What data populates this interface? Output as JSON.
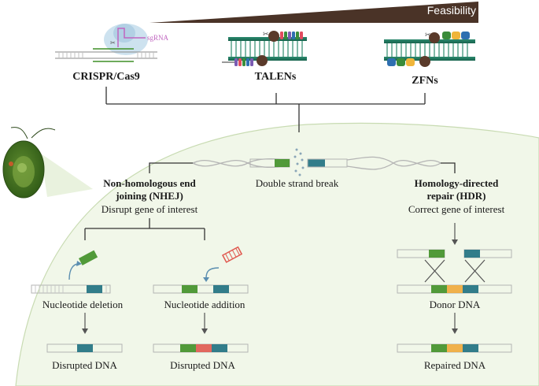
{
  "feasibility_label": "Feasibility",
  "tools": {
    "crispr": {
      "name": "CRISPR/Cas9",
      "guide": "sgRNA"
    },
    "talens": {
      "name": "TALENs"
    },
    "zfns": {
      "name": "ZFNs"
    }
  },
  "center": {
    "break_label": "Double strand break"
  },
  "nhej": {
    "title_line1": "Non-homologous end",
    "title_line2": "joining (NHEJ)",
    "subtitle": "Disrupt gene of interest",
    "deletion_label": "Nucleotide deletion",
    "addition_label": "Nucleotide addition",
    "result_left": "Disrupted DNA",
    "result_right": "Disrupted DNA"
  },
  "hdr": {
    "title_line1": "Homology-directed",
    "title_line2": "repair (HDR)",
    "subtitle": "Correct gene of interest",
    "donor_label": "Donor DNA",
    "result": "Repaired DNA"
  },
  "colors": {
    "feasibility_bar": "#4a3327",
    "oval_fill": "#f1f7e9",
    "oval_stroke": "#c8dbb2",
    "dna_gray": "#b4b4b4",
    "green_segment": "#3f8f26",
    "teal_segment": "#1d6f80",
    "red_segment": "#e0584f",
    "orange_segment": "#f0a93a",
    "talen_rail": "#1f7f66"
  }
}
